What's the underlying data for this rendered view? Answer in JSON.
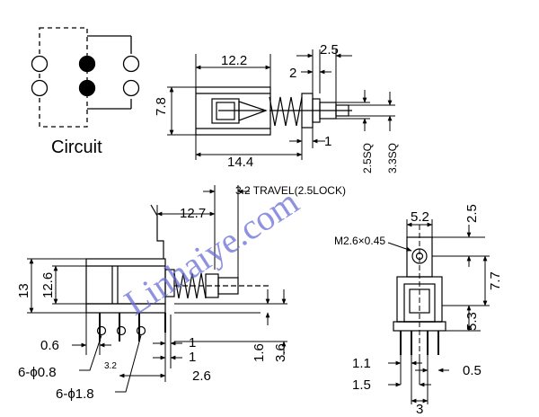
{
  "circuit": {
    "label": "Circuit"
  },
  "top_view": {
    "dims": {
      "d12_2": "12.2",
      "d2_5": "2.5",
      "d2": "2",
      "d7_8": "7.8",
      "d1": "1",
      "d14_4": "14.4",
      "d2_5sq": "2.5SQ",
      "d3_3sq": "3.3SQ"
    }
  },
  "side_view": {
    "dims": {
      "travel": "3.2 TRAVEL(2.5LOCK)",
      "d12_7": "12.7",
      "d13": "13",
      "d12_6": "12.6",
      "d0_6": "0.6",
      "d3_2": "3.2",
      "d1a": "1",
      "d1b": "1",
      "d2_6": "2.6",
      "d1_6": "1.6",
      "d3_6": "3.6",
      "phi08": "6-ϕ0.8",
      "phi18": "6-ϕ1.8"
    }
  },
  "front_view": {
    "dims": {
      "d5_2": "5.2",
      "d2_5": "2.5",
      "m26": "M2.6×0.45",
      "d7_7": "7.7",
      "d5_3": "5.3",
      "d1_1": "1.1",
      "d1_5": "1.5",
      "d0_5": "0.5",
      "d3": "3"
    }
  },
  "watermark": {
    "text": "Linhaiye.com",
    "color": "#6a6ed6"
  }
}
